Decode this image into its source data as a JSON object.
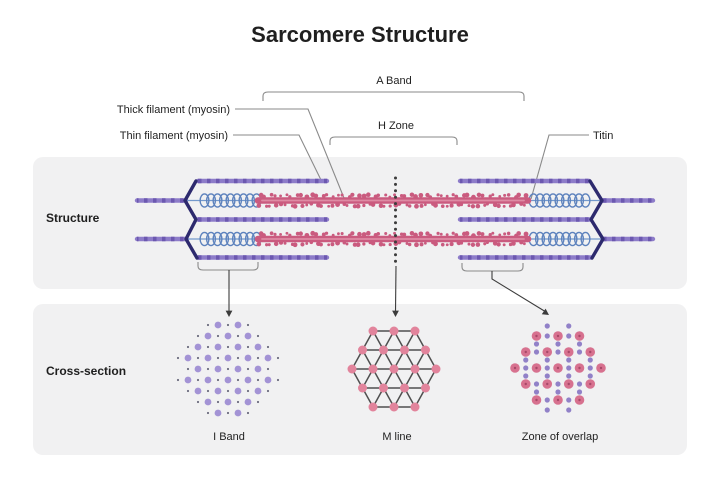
{
  "title": "Sarcomere Structure",
  "labels": {
    "a_band": "A Band",
    "h_zone": "H Zone",
    "thick_filament": "Thick filament (myosin)",
    "thin_filament": "Thin filament (myosin)",
    "titin": "Titin",
    "structure": "Structure",
    "cross_section": "Cross-section",
    "i_band": "I Band",
    "m_line": "M line",
    "zone_of_overlap": "Zone of overlap"
  },
  "colors": {
    "panel": "#f1f1f2",
    "text": "#1f1f1f",
    "pointer": "#8a8a8a",
    "arrow": "#3c3c3c",
    "thin_filament": "#8d7cc9",
    "thin_filament_dark": "#6c58b0",
    "z_disc": "#2d2a6e",
    "titin_coil": "#5d82bd",
    "titin_line": "#7499cc",
    "thick_filament": "#ca5b7f",
    "thick_filament_light": "#de8ba4",
    "m_dot": "#e2849c",
    "m_grid": "#4f4f4f",
    "overlap_pink": "#d7718f",
    "overlap_pink_core": "#a84868",
    "overlap_purple": "#9181c8",
    "iband_dot": "#a393d5",
    "iband_speck": "#6e6e80",
    "dotted_line": "#3c3c3c"
  }
}
